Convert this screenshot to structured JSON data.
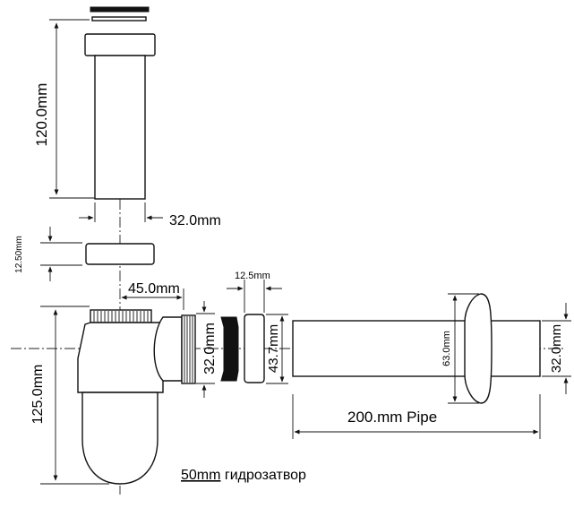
{
  "dimensions": {
    "top_pipe_height": "120.0mm",
    "top_pipe_diameter": "32.0mm",
    "ring_height": "12.50mm",
    "outlet_offset": "45.0mm",
    "outlet_thread_diameter": "32.0mm",
    "nut_width": "12.5mm",
    "nut_diameter": "43.7mm",
    "trap_height": "125.0mm",
    "rosette_diameter": "63.0mm",
    "pipe_diameter": "32.0mm",
    "pipe_length": "200.mm Pipe"
  },
  "note": {
    "underlined": "50mm",
    "rest": " гидрозатвор"
  }
}
